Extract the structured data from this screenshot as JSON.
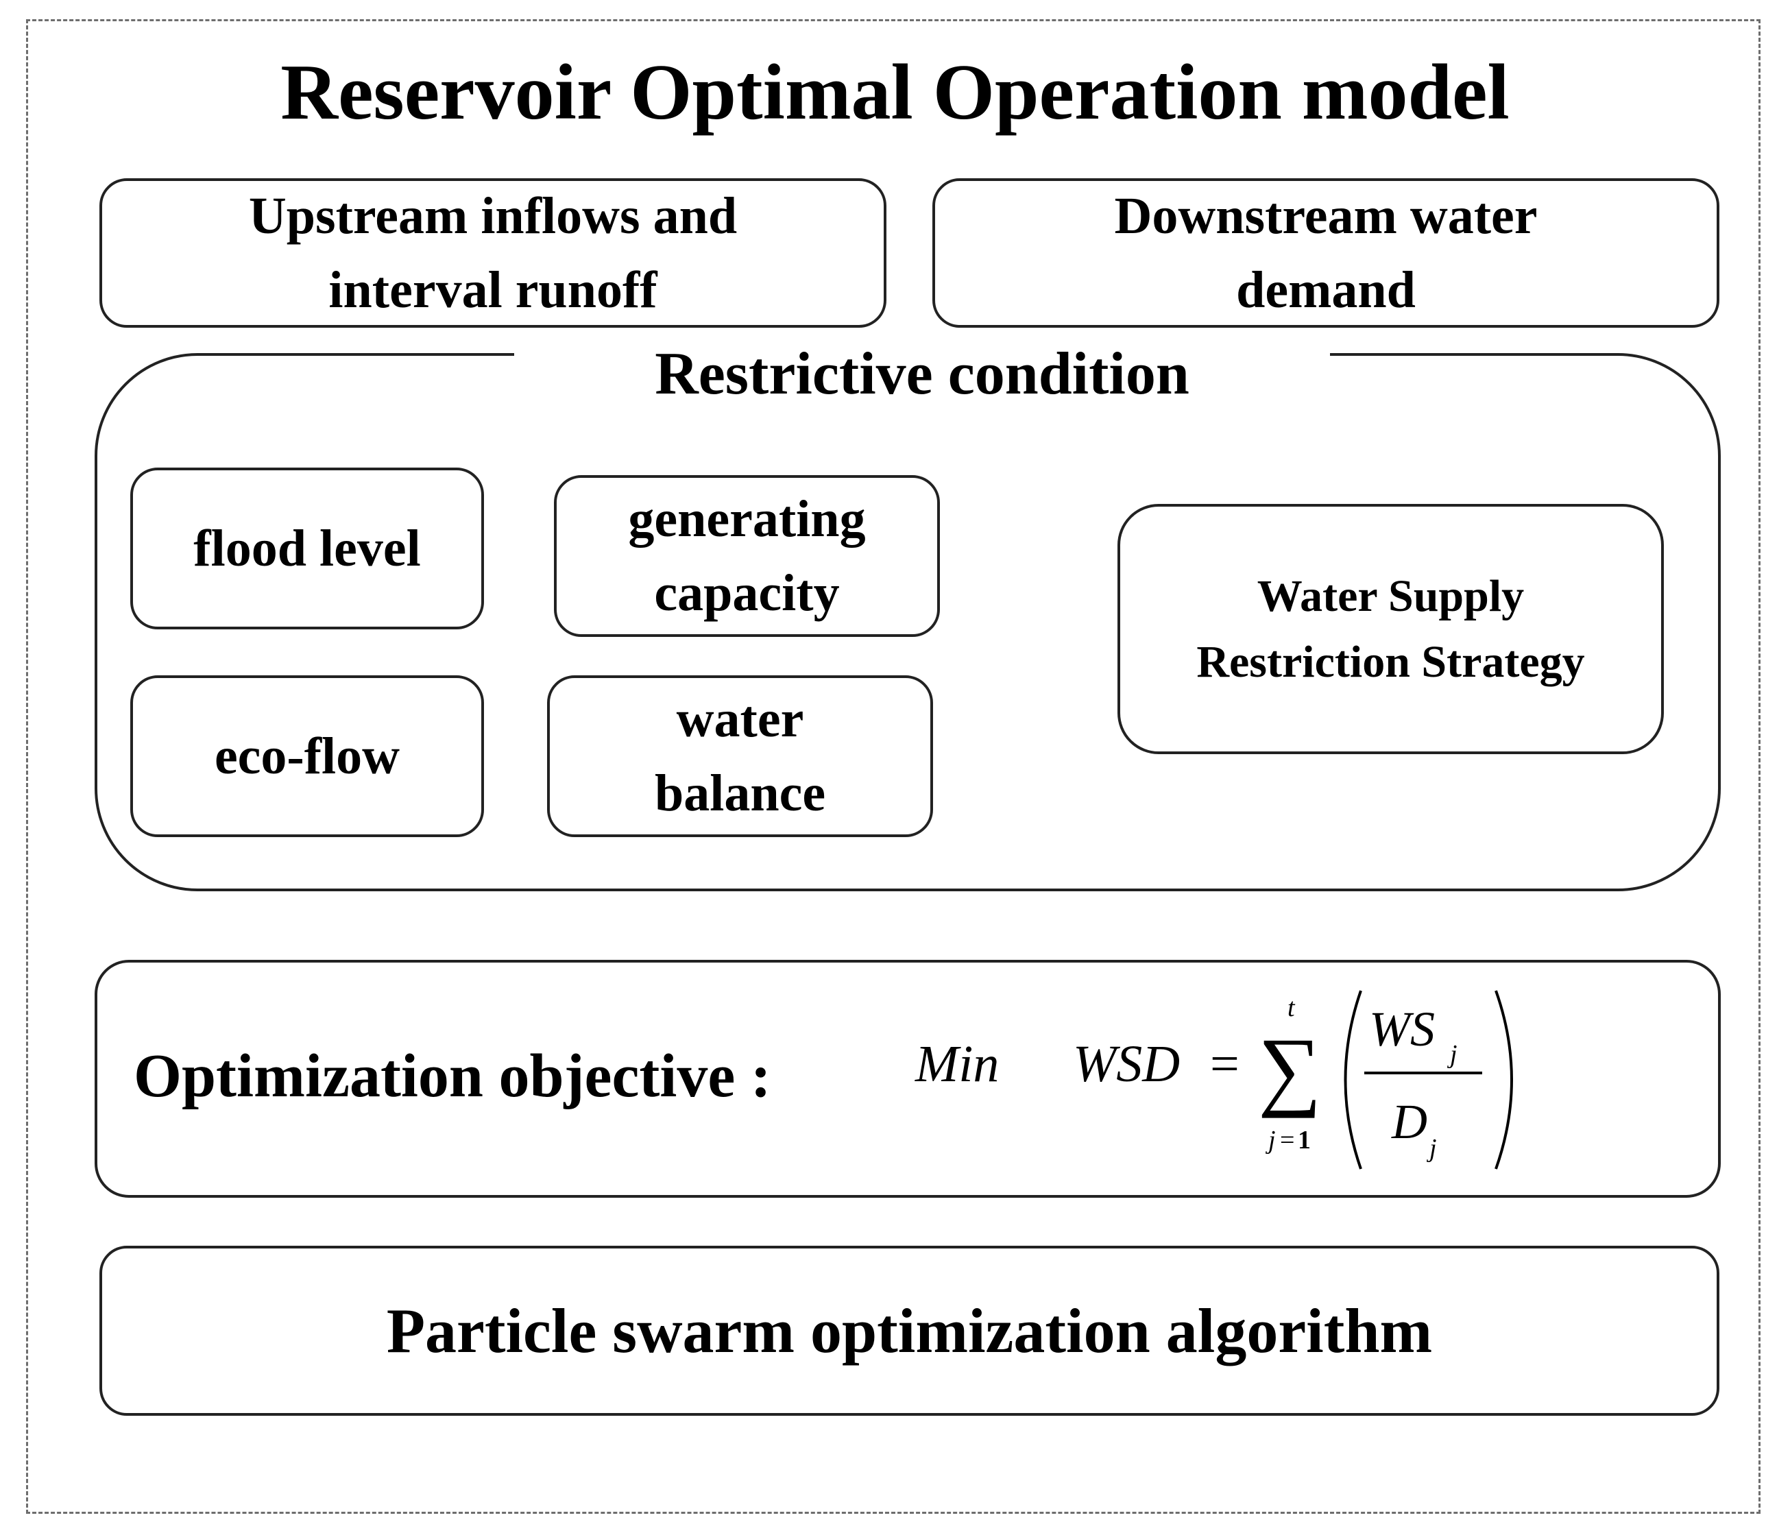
{
  "title": "Reservoir Optimal Operation model",
  "inputs": {
    "upstream": [
      "Upstream inflows and",
      "interval runoff"
    ],
    "downstream": [
      "Downstream water",
      "demand"
    ]
  },
  "restrictive": {
    "label": "Restrictive condition",
    "flood_level": "flood level",
    "generating_capacity": [
      "generating",
      "capacity"
    ],
    "eco_flow": "eco-flow",
    "water_balance": [
      "water",
      "balance"
    ],
    "water_supply_strategy": [
      "Water Supply",
      "Restriction Strategy"
    ]
  },
  "objective": {
    "label": "Optimization objective :",
    "formula": {
      "min": "Min",
      "lhs": "WSD",
      "equals": "=",
      "sigma": "∑",
      "upper_limit": "t",
      "lower_limit_var": "j",
      "lower_limit_eq": "=",
      "lower_limit_val": "1",
      "numerator": "WS",
      "numerator_sub": "j",
      "denominator": "D",
      "denominator_sub": "j"
    }
  },
  "algorithm": "Particle swarm optimization algorithm"
}
